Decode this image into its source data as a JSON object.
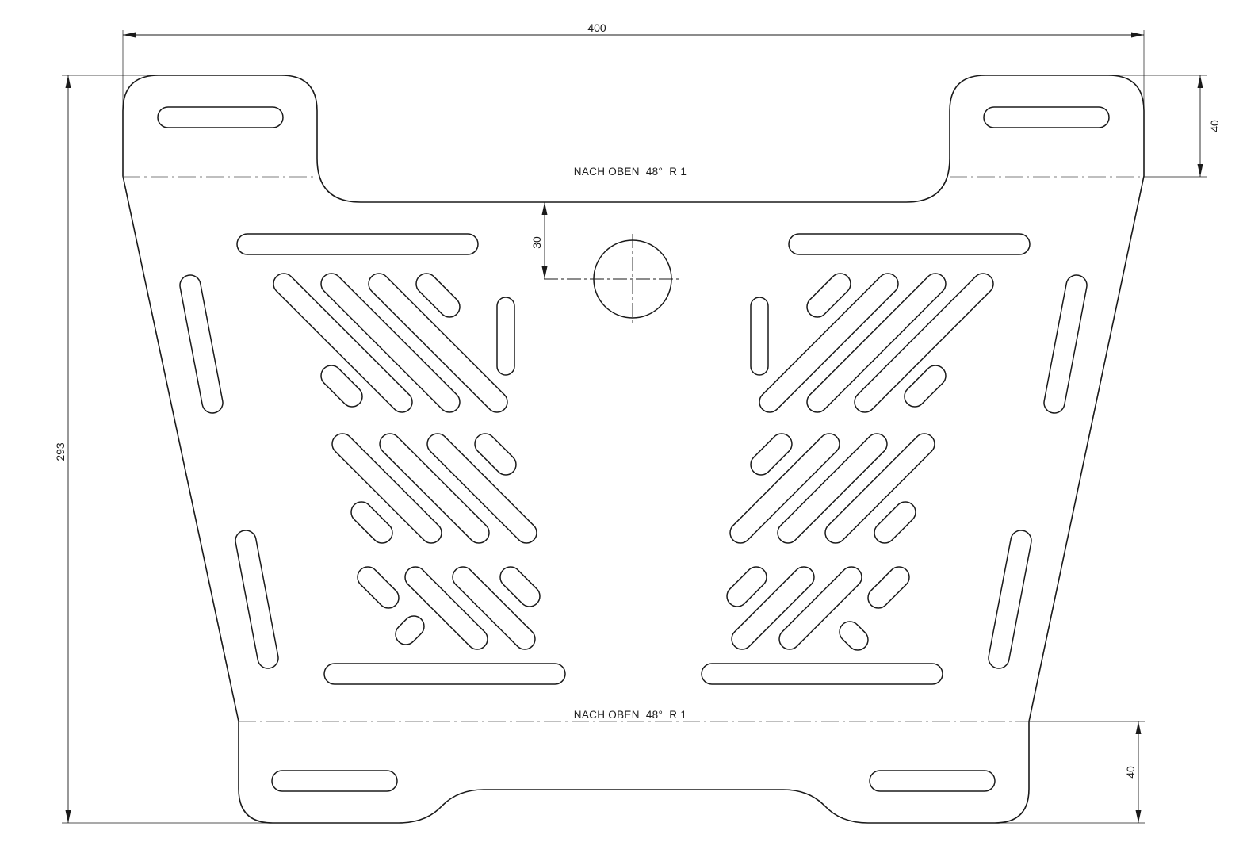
{
  "dimensions": {
    "width": "400",
    "height": "293",
    "top_tab": "40",
    "bottom_tab": "40",
    "hole_offset": "30"
  },
  "notes": {
    "top_bend": "NACH OBEN  48°  R 1",
    "bottom_bend": "NACH OBEN  48°  R 1"
  }
}
